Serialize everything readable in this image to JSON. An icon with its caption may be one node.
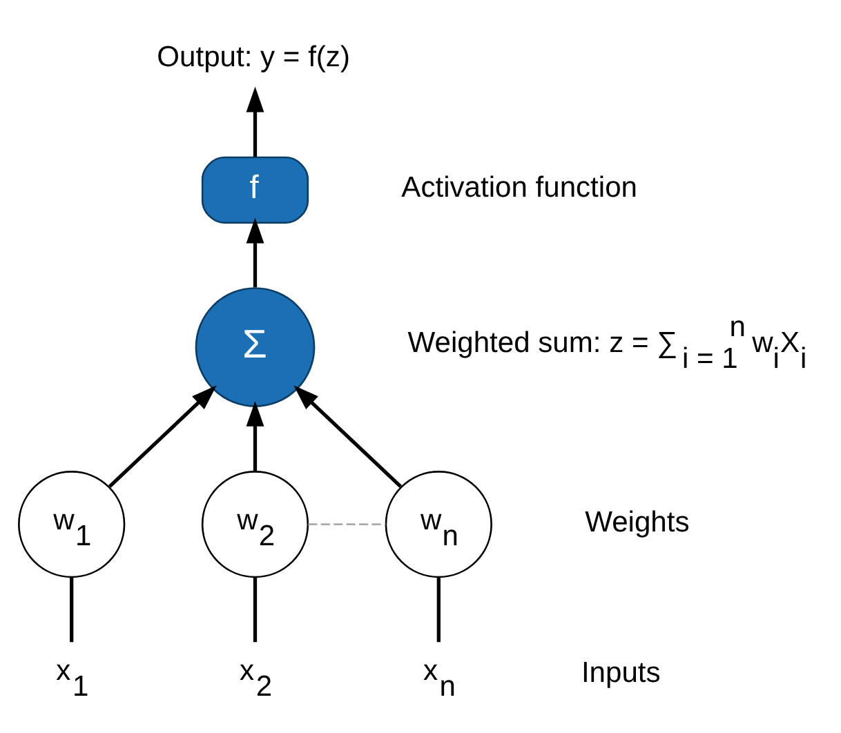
{
  "diagram": {
    "nodes": [
      {
        "text": [
          "Output: y = f(z)"
        ]
      },
      {
        "text": [
          "f"
        ],
        "beside": [
          "Activation function"
        ]
      },
      {
        "text": [
          "Σ"
        ],
        "beside": [
          "Weighted sum: z = ∑$_{i = 1}$$^{n}$ w$_{i}$X$_{i}$"
        ]
      },
      {
        "text": [
          "w$_{1}$"
        ]
      },
      {
        "text": [
          "w$_{2}$"
        ]
      },
      {
        "text": [
          "w$_{n}$"
        ]
      },
      {
        "text": [
          "x$_{1}$"
        ]
      },
      {
        "text": [
          "x$_{2}$"
        ]
      },
      {
        "text": [
          "x$_{n}$"
        ]
      }
    ],
    "edges": [
      {
        "from": 1,
        "to": 0,
        "arrow": "to"
      },
      {
        "from": 2,
        "to": 1,
        "arrow": "to"
      },
      {
        "from": 3,
        "to": 2,
        "arrow": "to"
      },
      {
        "from": 4,
        "to": 2,
        "arrow": "to"
      },
      {
        "from": 5,
        "to": 2,
        "arrow": "to"
      },
      {
        "from": 6,
        "to": 3,
        "arrow": "none"
      },
      {
        "from": 7,
        "to": 4,
        "arrow": "none"
      },
      {
        "from": 8,
        "to": 5,
        "arrow": "none"
      },
      {
        "from": 4,
        "to": 5,
        "arrow": "none",
        "style": "dashed",
        "color": "#aaaaaa"
      }
    ],
    "labels": [
      "Weights",
      "Inputs"
    ]
  }
}
